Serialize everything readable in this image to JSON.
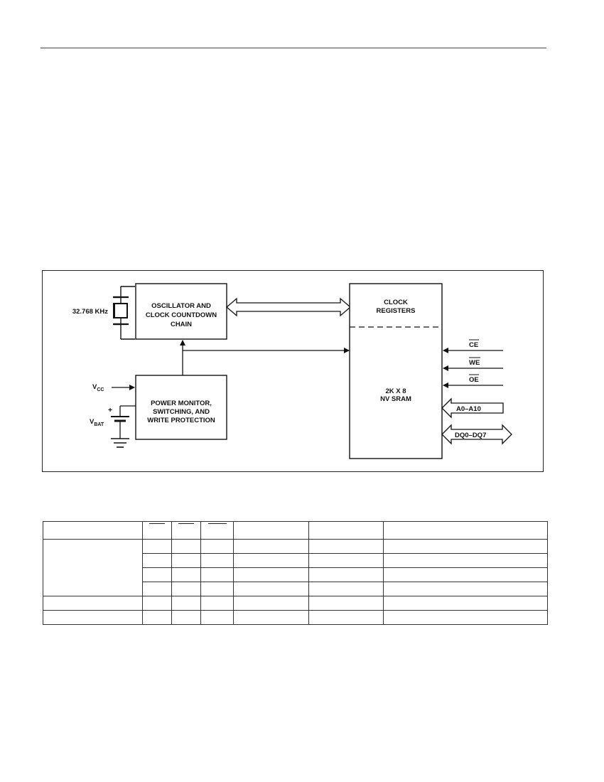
{
  "block_diagram": {
    "crystal_label": "32.768 KHz",
    "oscillator": [
      "OSCILLATOR AND",
      "CLOCK COUNTDOWN",
      "CHAIN"
    ],
    "power_monitor": [
      "POWER MONITOR,",
      "SWITCHING, AND",
      "WRITE PROTECTION"
    ],
    "clock_registers": [
      "CLOCK",
      "REGISTERS"
    ],
    "sram": [
      "2K X 8",
      "NV SRAM"
    ],
    "vcc": {
      "main": "V",
      "sub": "CC"
    },
    "vbat": {
      "main": "V",
      "sub": "BAT"
    },
    "battery_plus": "+",
    "pins": {
      "ce": "CE",
      "we": "WE",
      "oe": "OE",
      "address": "A0–A10",
      "data": "DQ0–DQ7"
    }
  },
  "truth_table": {
    "rows": 7,
    "columns": 7
  }
}
